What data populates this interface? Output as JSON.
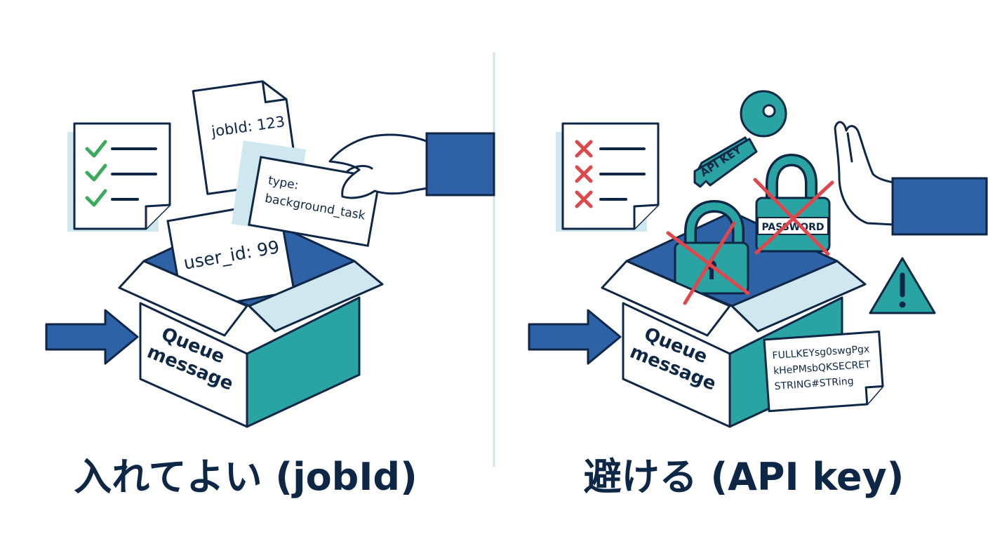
{
  "left_panel": {
    "caption": "入れてよい (jobId)",
    "box_label": [
      "Queue",
      "message"
    ],
    "note_job": "jobId: 123",
    "note_type": [
      "type:",
      "background_task"
    ],
    "note_user": "user_id: 99"
  },
  "right_panel": {
    "caption": "避ける (API key)",
    "box_label": [
      "Queue",
      "message"
    ],
    "key_label": "API KEY",
    "lock_label": "PASSWORD",
    "secret_note": [
      "FULLKEYsg0swgPgx",
      "kHePMsbQKSECRET",
      "STRING#STRing"
    ]
  },
  "colors": {
    "navy": "#0f2747",
    "blue": "#2d62a6",
    "teal": "#2aa3a3",
    "light_blue": "#cfe7ef",
    "check_green": "#3aab5c",
    "cross_red": "#e0474c"
  }
}
